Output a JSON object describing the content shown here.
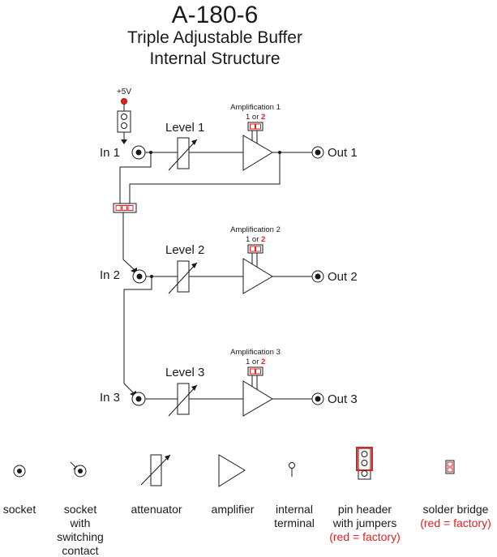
{
  "header": {
    "title": "A-180-6",
    "subtitle_line1": "Triple Adjustable Buffer",
    "subtitle_line2": "Internal Structure"
  },
  "supply_label": "+5V",
  "channels": [
    {
      "input": "In 1",
      "output": "Out 1",
      "level": "Level 1",
      "amp": "Amplification 1",
      "choice_prefix": "1 or ",
      "choice_red": "2"
    },
    {
      "input": "In 2",
      "output": "Out 2",
      "level": "Level 2",
      "amp": "Amplification 2",
      "choice_prefix": "1 or ",
      "choice_red": "2"
    },
    {
      "input": "In 3",
      "output": "Out 3",
      "level": "Level 3",
      "amp": "Amplification 3",
      "choice_prefix": "1 or ",
      "choice_red": "2"
    }
  ],
  "legend": {
    "socket": [
      "socket"
    ],
    "socket_switching": [
      "socket",
      "with",
      "switching",
      "contact"
    ],
    "attenuator": [
      "attenuator"
    ],
    "amplifier": [
      "amplifier"
    ],
    "internal_terminal": [
      "internal",
      "terminal"
    ],
    "pin_header": [
      "pin header",
      "with jumpers"
    ],
    "pin_header_note": "(red = factory)",
    "solder_bridge": [
      "solder bridge"
    ],
    "solder_bridge_note": "(red = factory)"
  },
  "colors": {
    "line": "#1a1a1a",
    "factory_red": "#e02020"
  }
}
